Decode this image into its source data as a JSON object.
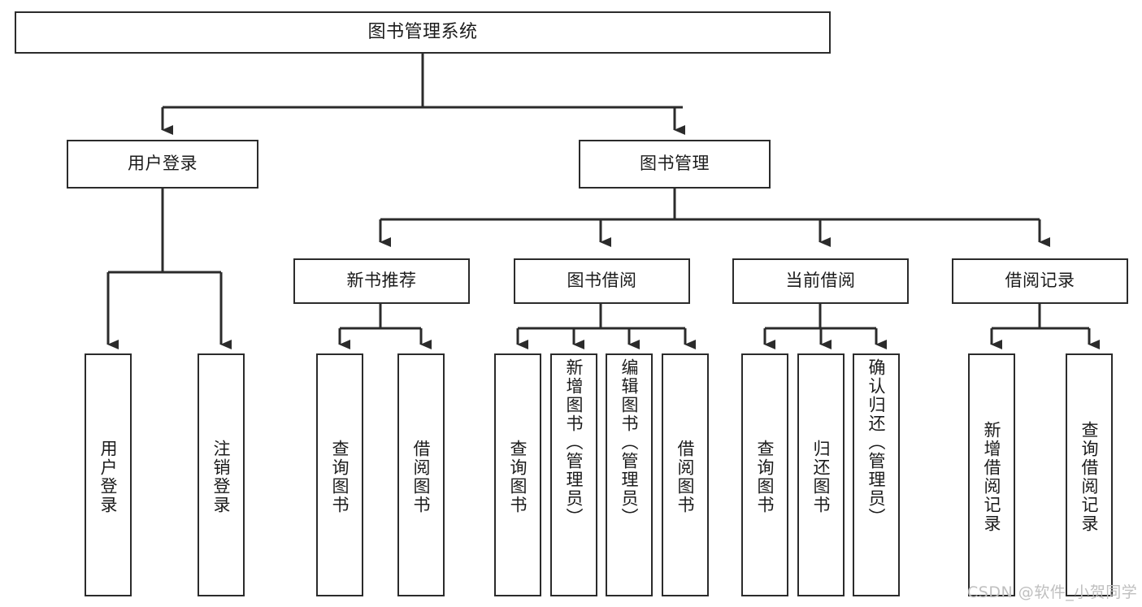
{
  "diagram": {
    "title": "图书管理系统",
    "type": "功能结构图",
    "watermark": "CSDN @软件_小贺同学",
    "colors": {
      "stroke": "#2b2b2b",
      "fill": "#ffffff",
      "text": "#1b1b1b",
      "watermark": "#bfbfbf"
    },
    "levels": {
      "root": {
        "label": "图书管理系统"
      },
      "level1": [
        {
          "label": "用户登录"
        },
        {
          "label": "图书管理"
        }
      ],
      "level2": [
        {
          "label": "新书推荐"
        },
        {
          "label": "图书借阅"
        },
        {
          "label": "当前借阅"
        },
        {
          "label": "借阅记录"
        }
      ],
      "leaves": {
        "user_login": [
          {
            "label": "用户登录"
          },
          {
            "label": "注销登录"
          }
        ],
        "new_book_recommend": [
          {
            "label": "查询图书"
          },
          {
            "label": "借阅图书"
          }
        ],
        "book_borrow": [
          {
            "label": "查询图书"
          },
          {
            "label": "新增图书（管理员）"
          },
          {
            "label": "编辑图书（管理员）"
          },
          {
            "label": "借阅图书"
          }
        ],
        "current_borrow": [
          {
            "label": "查询图书"
          },
          {
            "label": "归还图书"
          },
          {
            "label": "确认归还（管理员）"
          }
        ],
        "borrow_record": [
          {
            "label": "新增借阅记录"
          },
          {
            "label": "查询借阅记录"
          }
        ]
      }
    }
  }
}
